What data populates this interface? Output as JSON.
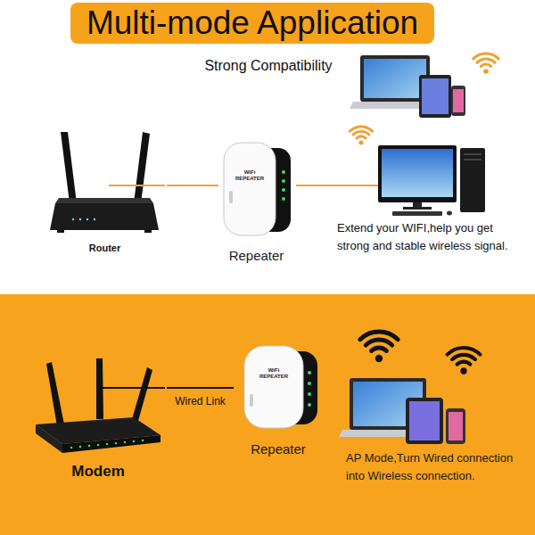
{
  "diagram": {
    "title": "Multi-mode Application",
    "nodes": [
      {
        "text": [
          "Router"
        ]
      },
      {
        "text": [
          "WiFi REPEATER",
          "Repeater"
        ]
      },
      {
        "text": [
          "Extend your WIFI,help you get strong and stable wireless signal."
        ]
      },
      {
        "text": [
          "Modem"
        ]
      },
      {
        "text": [
          "WiFi REPEATER",
          "Repeater"
        ]
      },
      {
        "text": [
          "AP Mode,Turn Wired connection into Wireless connection."
        ]
      }
    ],
    "edges": [
      {
        "from": 0,
        "to": 1,
        "arrow": "none"
      },
      {
        "from": 1,
        "to": 2,
        "arrow": "none"
      },
      {
        "from": 3,
        "to": 4,
        "label": "Wired Link",
        "arrow": "none"
      }
    ],
    "labels": [
      "Strong Compatibility"
    ]
  }
}
